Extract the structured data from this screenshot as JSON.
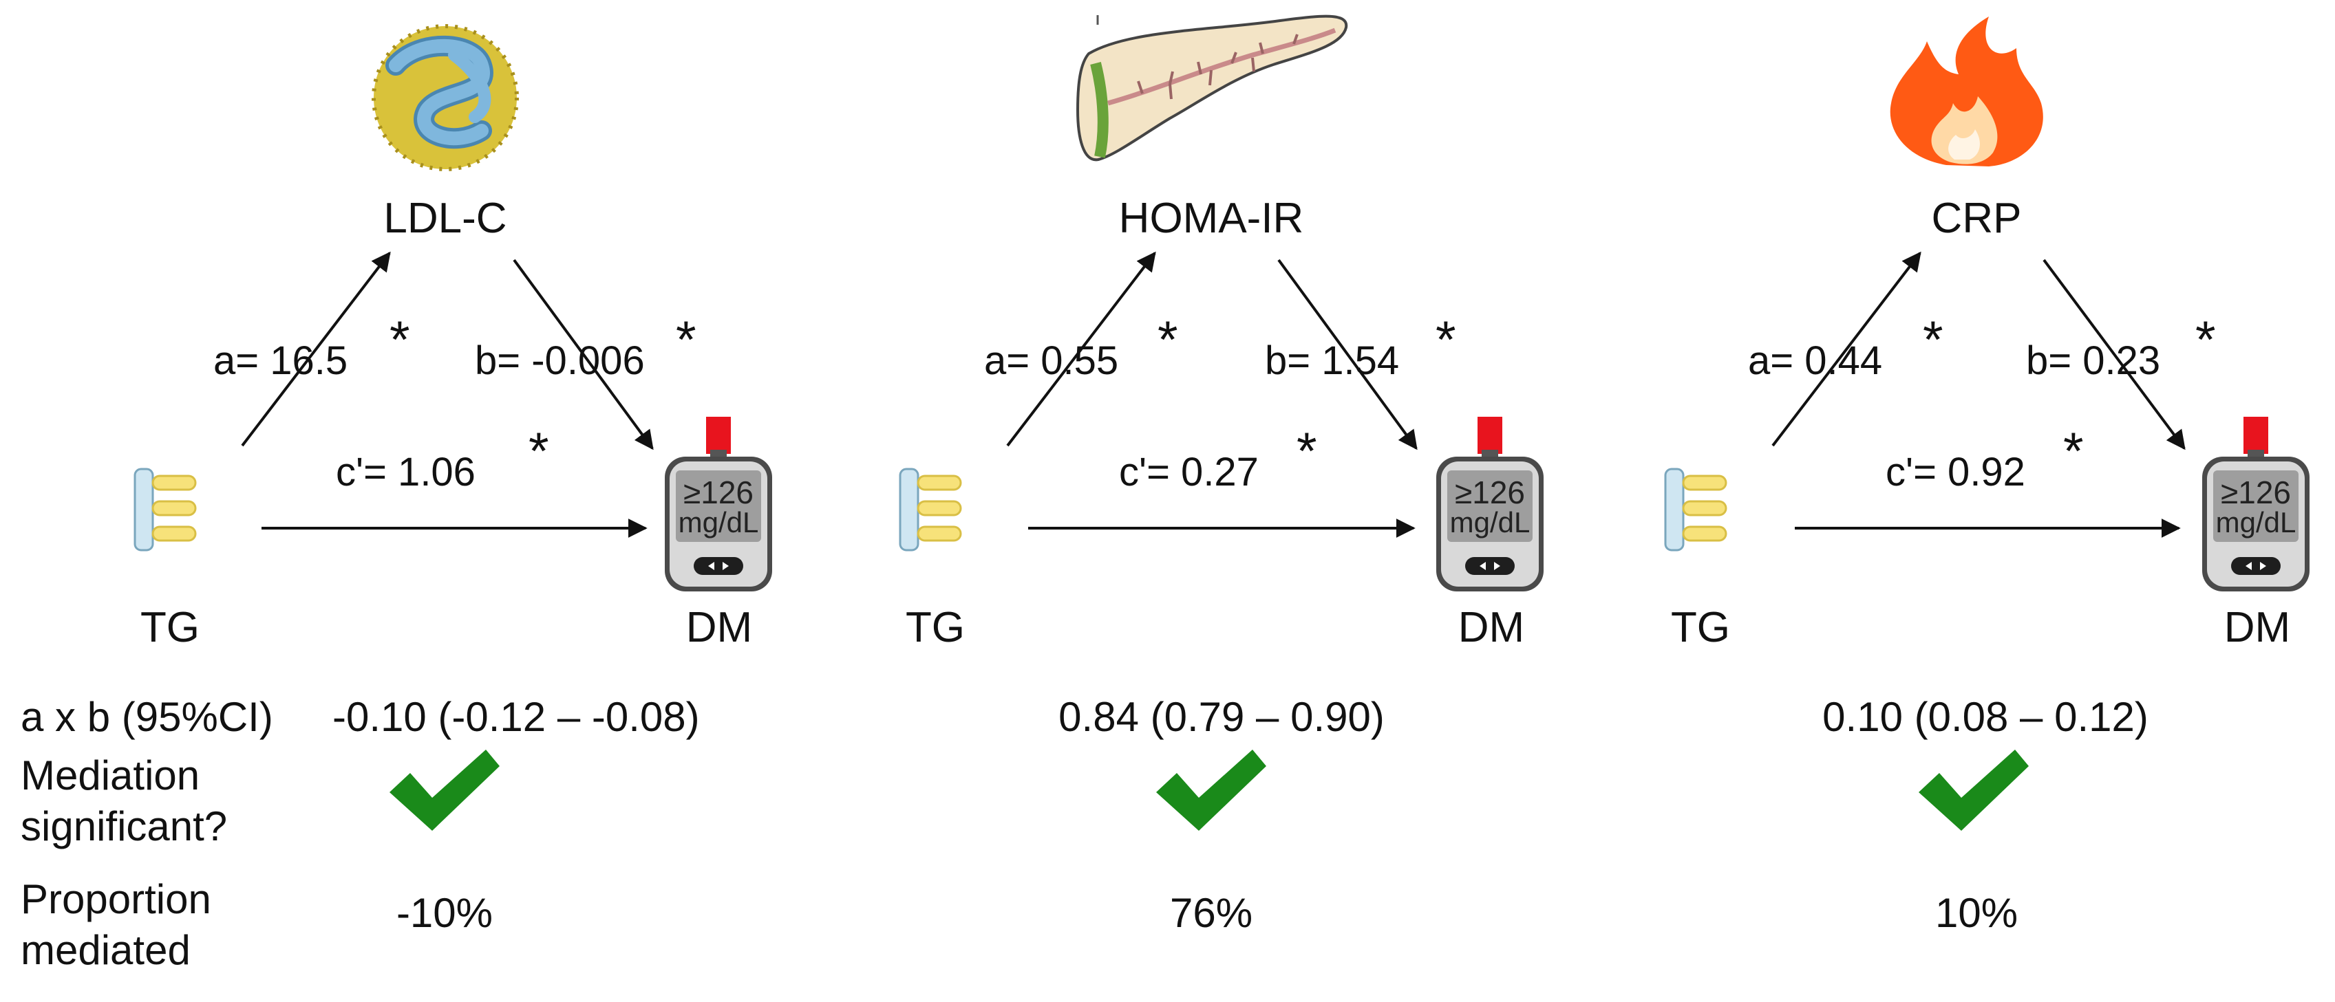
{
  "panels": [
    {
      "mediator": "LDL-C",
      "mediator_icon": "ldl-particle-icon",
      "exposure": "TG",
      "exposure_icon": "triglyceride-molecule-icon",
      "outcome": "DM",
      "outcome_icon": "glucose-meter-icon",
      "meter_value": "≥126",
      "meter_unit": "mg/dL",
      "a": "a= 16.5",
      "b": "b= -0.006",
      "c_prime": "c'= 1.06",
      "star": "*",
      "indirect": "-0.10 (-0.12 – -0.08)",
      "significant_icon": "checkmark-icon",
      "proportion": "-10%"
    },
    {
      "mediator": "HOMA-IR",
      "mediator_icon": "pancreas-icon",
      "exposure": "TG",
      "exposure_icon": "triglyceride-molecule-icon",
      "outcome": "DM",
      "outcome_icon": "glucose-meter-icon",
      "meter_value": "≥126",
      "meter_unit": "mg/dL",
      "a": "a= 0.55",
      "b": "b= 1.54",
      "c_prime": "c'= 0.27",
      "star": "*",
      "indirect": "0.84 (0.79 – 0.90)",
      "significant_icon": "checkmark-icon",
      "proportion": "76%"
    },
    {
      "mediator": "CRP",
      "mediator_icon": "flame-icon",
      "exposure": "TG",
      "exposure_icon": "triglyceride-molecule-icon",
      "outcome": "DM",
      "outcome_icon": "glucose-meter-icon",
      "meter_value": "≥126",
      "meter_unit": "mg/dL",
      "a": "a= 0.44",
      "b": "b= 0.23",
      "c_prime": "c'= 0.92",
      "star": "*",
      "indirect": "0.10 (0.08 – 0.12)",
      "significant_icon": "checkmark-icon",
      "proportion": "10%"
    }
  ],
  "row_labels": {
    "indirect": "a x b (95%CI)",
    "significant_line1": "Mediation",
    "significant_line2": "significant?",
    "proportion_line1": "Proportion",
    "proportion_line2": "mediated"
  },
  "colors": {
    "check": "#1a8a1a",
    "arrow": "#111111",
    "ldl_blue": "#7fb7dd",
    "ldl_gold": "#d9c23a",
    "flame_outer": "#ff5a14",
    "flame_inner": "#ffd9a6",
    "meter_red": "#e8141e"
  }
}
